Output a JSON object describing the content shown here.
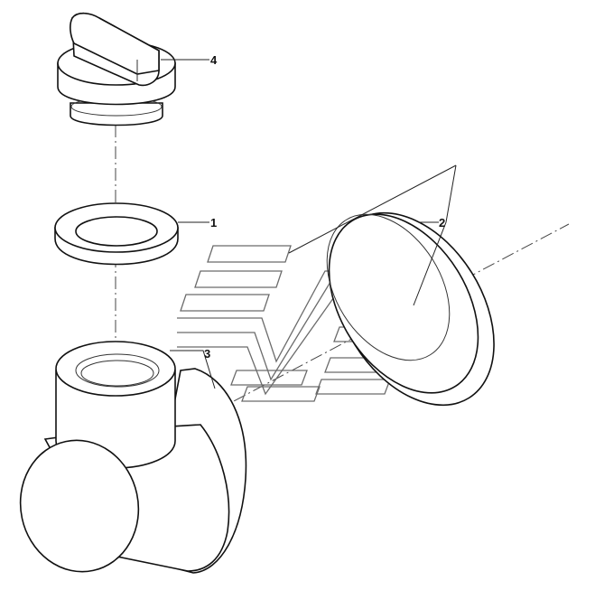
{
  "diagram": {
    "parts": [
      {
        "number": "1",
        "name": "sealing-washer"
      },
      {
        "number": "2",
        "name": "round-cover-plate"
      },
      {
        "number": "3",
        "name": "tee-fitting-body"
      },
      {
        "number": "4",
        "name": "filler-cap"
      }
    ],
    "colors": {
      "line": "#111111",
      "watermark": "#6b6b6b",
      "background": "#ffffff"
    }
  }
}
